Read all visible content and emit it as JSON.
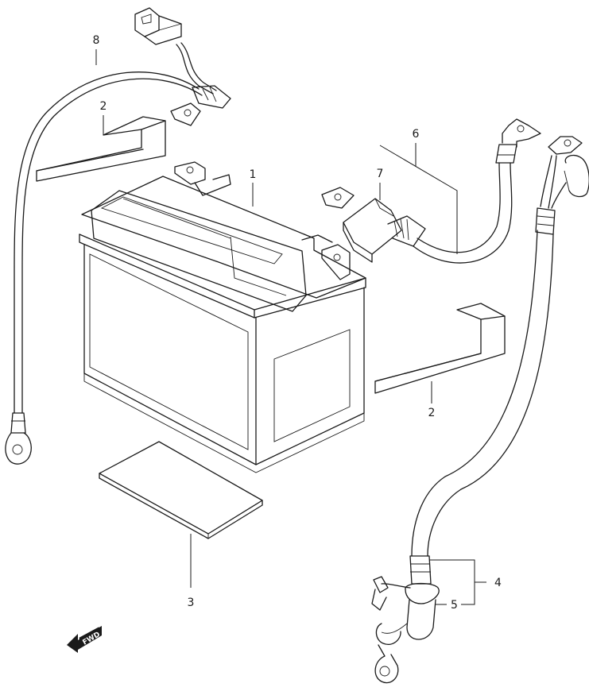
{
  "callouts": {
    "battery": "1",
    "battery_holder_left": "2",
    "battery_holder_right": "2",
    "battery_pad": "3",
    "starter_cable": "4",
    "cable_boot": "5",
    "positive_lead_assembly": "6",
    "terminal_cover": "7",
    "ground_lead": "8"
  },
  "direction": {
    "label": "FWD"
  },
  "colors": {
    "line": "#1a1a1a",
    "background": "#ffffff"
  }
}
